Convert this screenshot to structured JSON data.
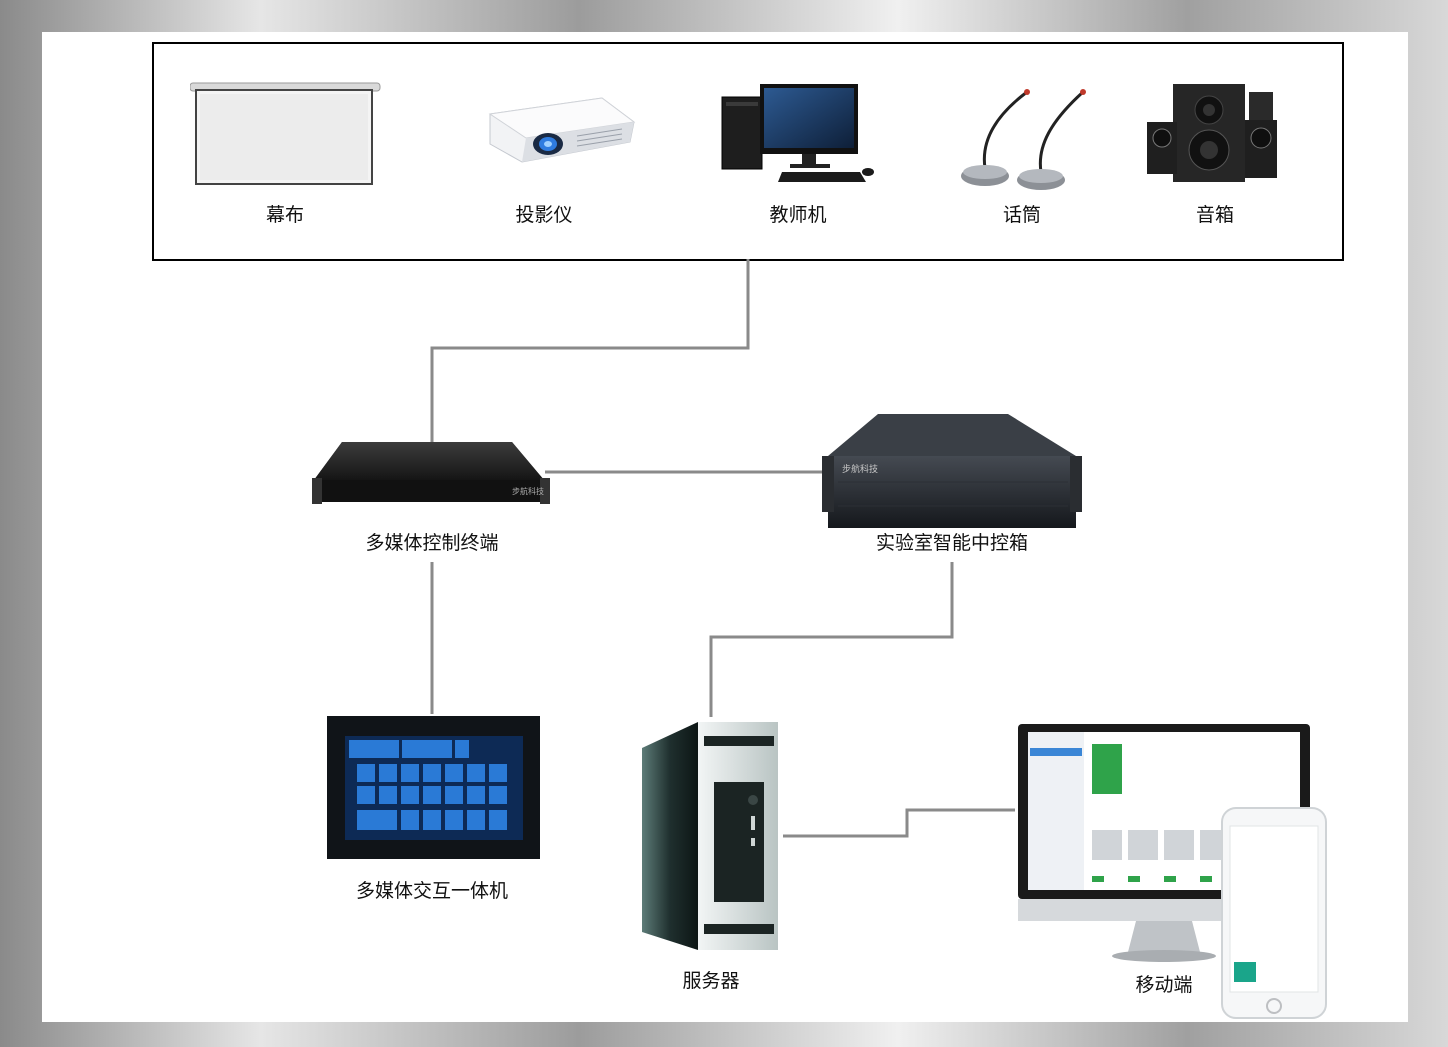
{
  "top_devices": {
    "screen": "幕布",
    "projector": "投影仪",
    "teacher_pc": "教师机",
    "microphone": "话筒",
    "speaker": "音箱"
  },
  "nodes": {
    "multimedia_terminal": "多媒体控制终端",
    "lab_control_box": "实验室智能中控箱",
    "interactive_panel": "多媒体交互一体机",
    "server": "服务器",
    "mobile": "移动端"
  },
  "box_brand": "步航科技"
}
